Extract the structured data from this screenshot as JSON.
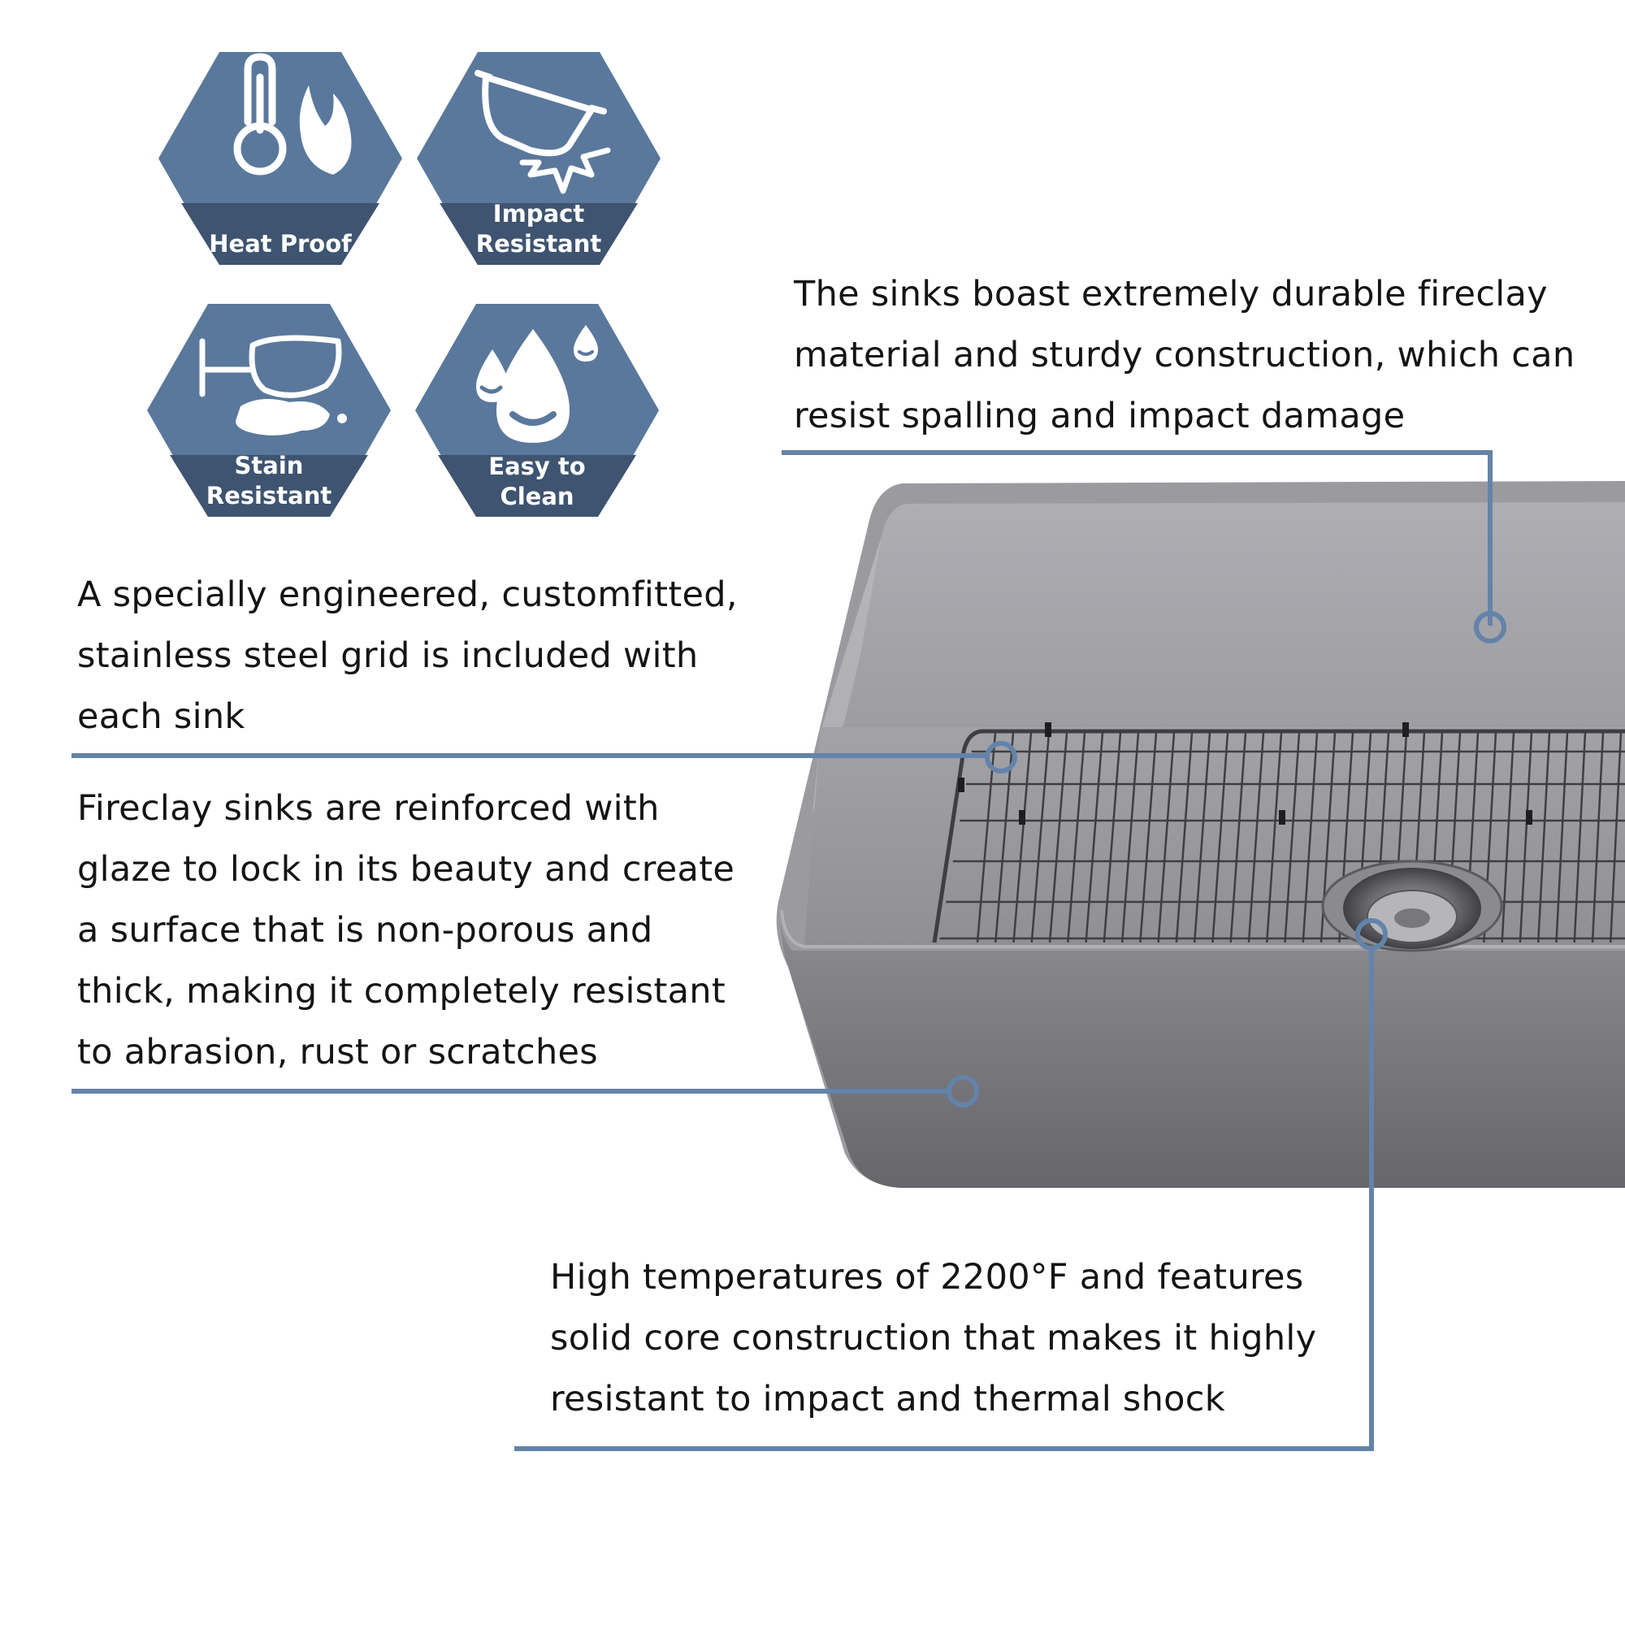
{
  "badges": [
    {
      "icon": "thermometer-flame-icon",
      "lines": [
        "Heat Proof"
      ]
    },
    {
      "icon": "pot-impact-icon",
      "lines": [
        "Impact",
        "Resistant"
      ]
    },
    {
      "icon": "wine-glass-spill-icon",
      "lines": [
        "Stain",
        "Resistant"
      ]
    },
    {
      "icon": "water-drops-icon",
      "lines": [
        "Easy to",
        "Clean"
      ]
    }
  ],
  "features": {
    "durable": {
      "lines": [
        "The sinks boast extremely durable fireclay",
        "material and sturdy construction, which can",
        "resist spalling and impact damage"
      ]
    },
    "grid": {
      "lines": [
        "A specially engineered, customfitted,",
        "stainless steel grid is included with",
        "each sink"
      ]
    },
    "glaze": {
      "lines": [
        "Fireclay sinks are reinforced with",
        "glaze to lock in its beauty and create",
        "a surface that is non-porous and",
        "thick, making it completely resistant",
        "to abrasion, rust or scratches"
      ]
    },
    "temperature": {
      "lines": [
        "High temperatures of 2200°F and features",
        "solid core construction that makes it highly",
        "resistant to impact and thermal shock"
      ]
    }
  },
  "colors": {
    "badge": "#5a789c",
    "badge_band": "#3e5470",
    "callout": "#6383a9",
    "sink_light": "#a9a9ae",
    "sink_dark": "#6b6b70"
  }
}
